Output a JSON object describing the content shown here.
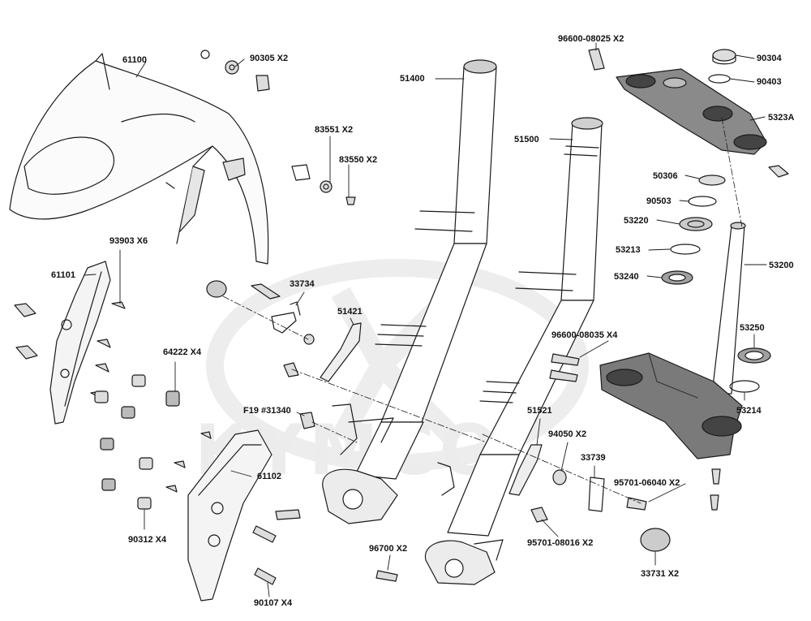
{
  "watermark": "KYMCO",
  "colors": {
    "line": "#1a1a1a",
    "shade": "#dcdcdc",
    "dark": "#555555",
    "watermark": "#ececec"
  },
  "parts": [
    {
      "id": "61100",
      "label": "61100"
    },
    {
      "id": "90305",
      "label": "90305 X2"
    },
    {
      "id": "51400",
      "label": "51400"
    },
    {
      "id": "96600-08025",
      "label": "96600-08025 X2"
    },
    {
      "id": "90304",
      "label": "90304"
    },
    {
      "id": "90403",
      "label": "90403"
    },
    {
      "id": "5323A",
      "label": "5323A"
    },
    {
      "id": "83551",
      "label": "83551 X2"
    },
    {
      "id": "83550",
      "label": "83550 X2"
    },
    {
      "id": "51500",
      "label": "51500"
    },
    {
      "id": "50306",
      "label": "50306"
    },
    {
      "id": "90503",
      "label": "90503"
    },
    {
      "id": "53220",
      "label": "53220"
    },
    {
      "id": "53213",
      "label": "53213"
    },
    {
      "id": "53200",
      "label": "53200"
    },
    {
      "id": "53240",
      "label": "53240"
    },
    {
      "id": "93903",
      "label": "93903 X6"
    },
    {
      "id": "61101",
      "label": "61101"
    },
    {
      "id": "33734",
      "label": "33734"
    },
    {
      "id": "51421",
      "label": "51421"
    },
    {
      "id": "53250",
      "label": "53250"
    },
    {
      "id": "96600-08035",
      "label": "96600-08035 X4"
    },
    {
      "id": "64222",
      "label": "64222 X4"
    },
    {
      "id": "53214",
      "label": "53214"
    },
    {
      "id": "31340",
      "label": "F19 #31340"
    },
    {
      "id": "51521",
      "label": "51521"
    },
    {
      "id": "94050",
      "label": "94050 X2"
    },
    {
      "id": "33739",
      "label": "33739"
    },
    {
      "id": "61102",
      "label": "61102"
    },
    {
      "id": "95701-06040",
      "label": "95701-06040 X2"
    },
    {
      "id": "90312",
      "label": "90312 X4"
    },
    {
      "id": "96700",
      "label": "96700 X2"
    },
    {
      "id": "95701-08016",
      "label": "95701-08016 X2"
    },
    {
      "id": "33731",
      "label": "33731 X2"
    },
    {
      "id": "90107",
      "label": "90107 X4"
    }
  ]
}
